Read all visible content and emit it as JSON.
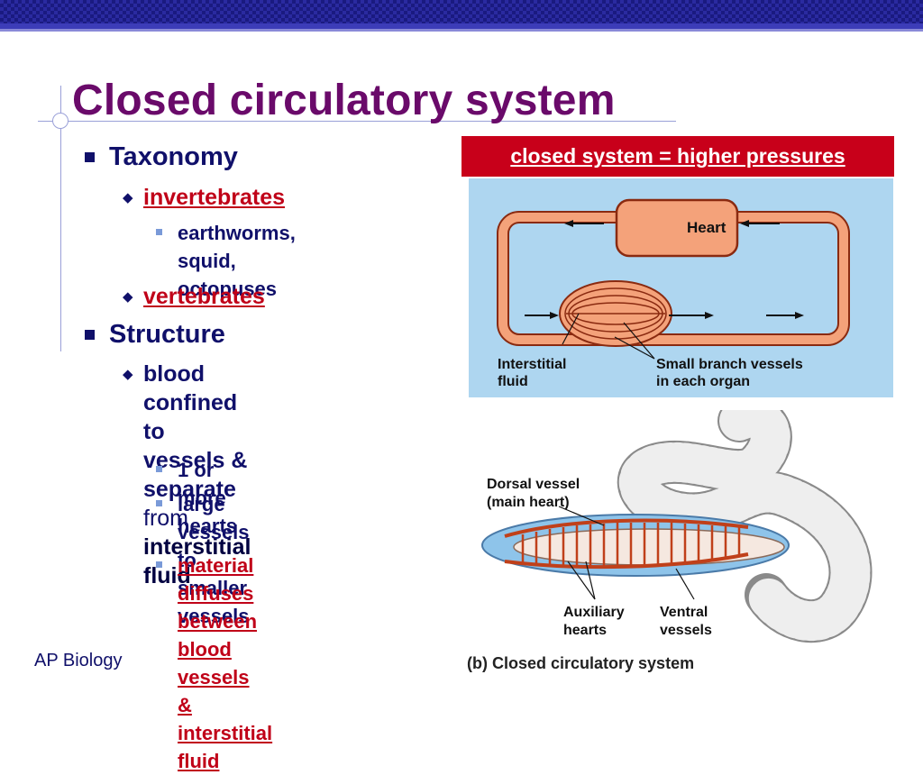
{
  "title": "Closed circulatory system",
  "callout": "closed system = higher pressures",
  "bullets": {
    "taxonomy": "Taxonomy",
    "invertebrates": "invertebrates",
    "invert_examples_1": "earthworms, squid,",
    "invert_examples_2": "octopuses",
    "vertebrates": "vertebrates",
    "structure": "Structure",
    "blood_1": "blood confined to",
    "blood_2": "vessels & separate",
    "blood_3a": "from ",
    "blood_3b": "interstitial fluid",
    "hearts": "1 or more hearts",
    "vessels_1": "large vessels to smaller",
    "vessels_2": "vessels",
    "diffuse_1": "material diffuses",
    "diffuse_2": "between blood vessels",
    "diffuse_3": "& interstitial fluid"
  },
  "diagram": {
    "heart": "Heart",
    "interstitial_1": "Interstitial",
    "interstitial_2": "fluid",
    "branch_1": "Small branch vessels",
    "branch_2": "in each organ"
  },
  "worm": {
    "dorsal_1": "Dorsal vessel",
    "dorsal_2": "(main heart)",
    "aux_1": "Auxiliary",
    "aux_2": "hearts",
    "ventral_1": "Ventral",
    "ventral_2": "vessels"
  },
  "caption": "(b) Closed circulatory system",
  "footer": "AP Biology",
  "colors": {
    "title": "#6a0a6a",
    "text": "#10106a",
    "accent_red": "#c00018",
    "panel_bg": "#aed6f0",
    "vessel": "#f4a27a"
  }
}
